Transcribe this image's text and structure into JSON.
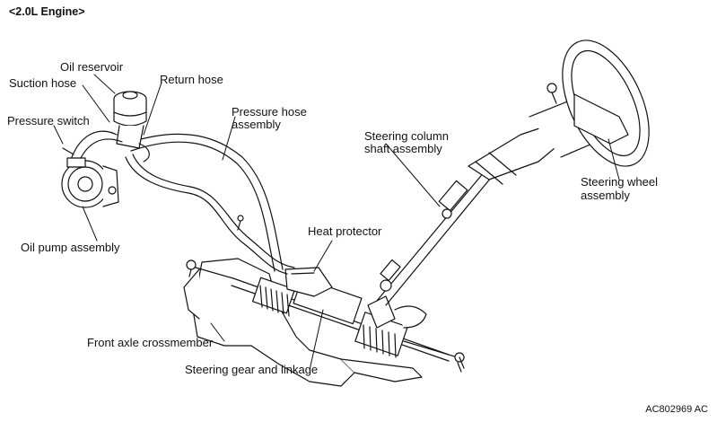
{
  "header": {
    "title": "<2.0L Engine>"
  },
  "labels": {
    "oil_reservoir": "Oil reservoir",
    "suction_hose": "Suction hose",
    "return_hose": "Return hose",
    "pressure_switch": "Pressure switch",
    "pressure_hose_line1": "Pressure hose",
    "pressure_hose_line2": "assembly",
    "steering_column_line1": "Steering column",
    "steering_column_line2": "shaft assembly",
    "steering_wheel_line1": "Steering wheel",
    "steering_wheel_line2": "assembly",
    "oil_pump": "Oil pump assembly",
    "heat_protector": "Heat protector",
    "front_axle": "Front axle crossmember",
    "steering_gear": "Steering gear and linkage"
  },
  "figure_code": "AC802969 AC"
}
